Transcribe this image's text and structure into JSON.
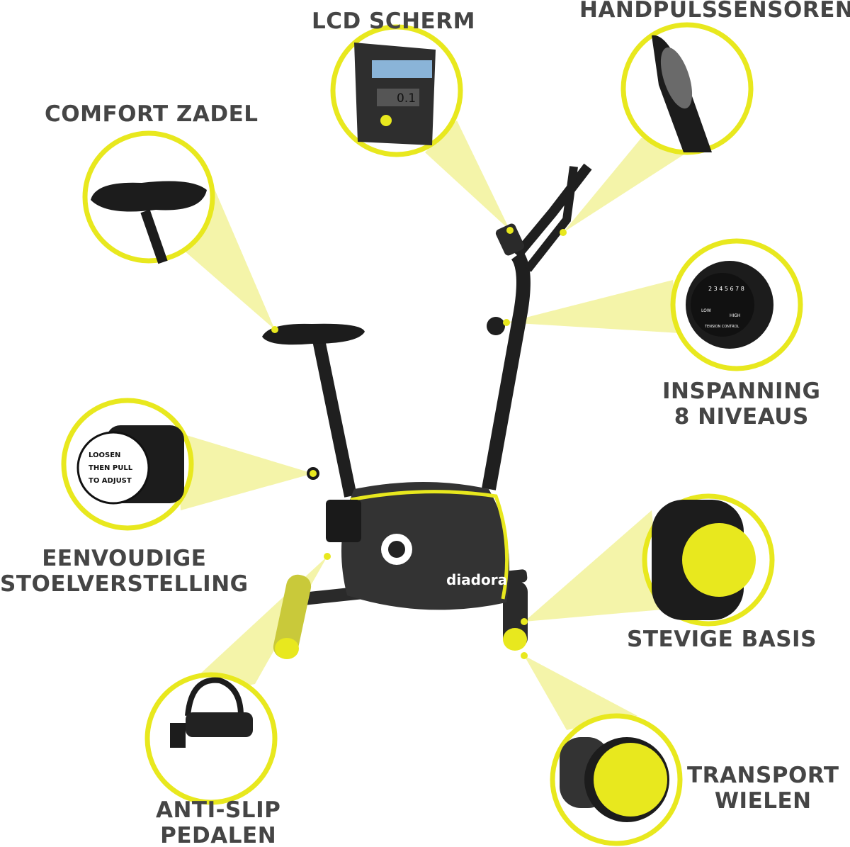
{
  "colors": {
    "accent": "#e8e81e",
    "beam": "#f2f29a",
    "frame": "#2a2a2a",
    "text": "#454545"
  },
  "features": [
    {
      "id": "lcd",
      "lines": [
        "LCD SCHERM"
      ]
    },
    {
      "id": "hand",
      "lines": [
        "HANDPULSSENSOREN"
      ]
    },
    {
      "id": "saddle",
      "lines": [
        "COMFORT ZADEL"
      ]
    },
    {
      "id": "resistance",
      "lines": [
        "INSPANNING",
        "8 NIVEAUS"
      ]
    },
    {
      "id": "seat",
      "lines": [
        "EENVOUDIGE",
        "STOELVERSTELLING"
      ]
    },
    {
      "id": "base",
      "lines": [
        "STEVIGE BASIS"
      ]
    },
    {
      "id": "pedal",
      "lines": [
        "ANTI-SLIP",
        "PEDALEN"
      ]
    },
    {
      "id": "wheels",
      "lines": [
        "TRANSPORT",
        "WIELEN"
      ]
    }
  ],
  "lcd_display": "0.1",
  "knob": {
    "numbers": "2 3 4 5 6 7 8",
    "low": "LOW",
    "high": "HIGH",
    "caption": "TENSION CONTROL"
  },
  "seat_knob": {
    "line1": "LOOSEN",
    "line2": "THEN PULL",
    "line3": "TO ADJUST"
  },
  "brand": "diadora"
}
